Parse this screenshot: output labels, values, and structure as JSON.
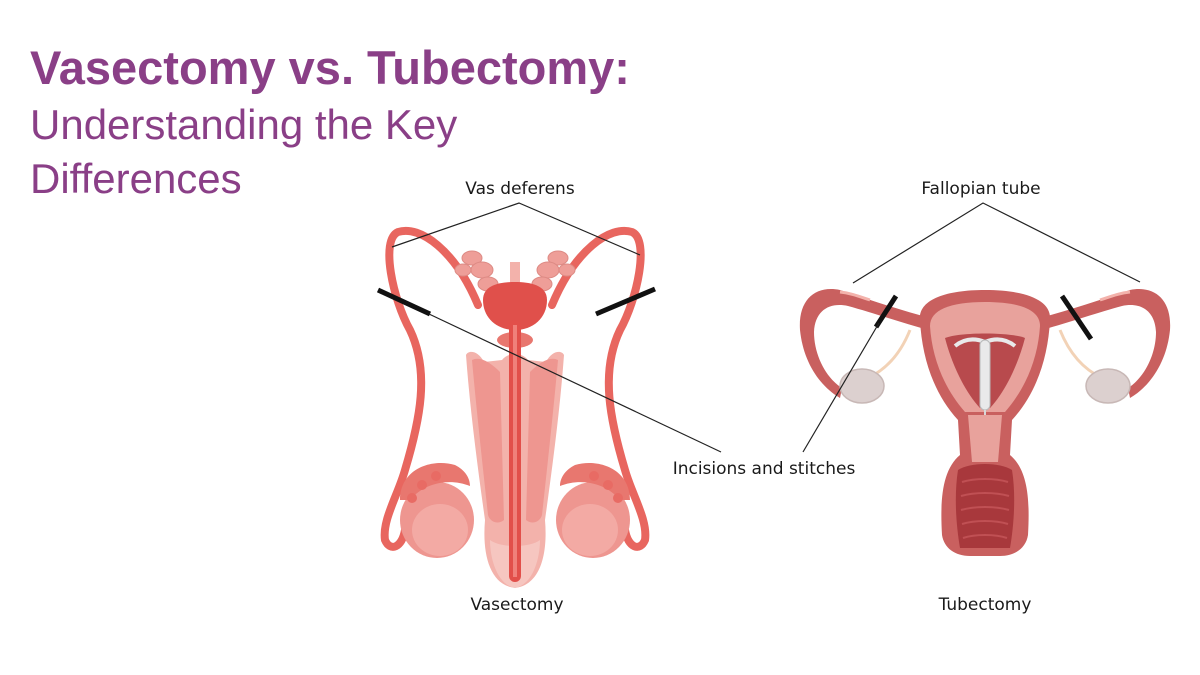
{
  "title": {
    "main": "Vasectomy vs. Tubectomy:",
    "sub": "Understanding the Key Differences"
  },
  "labels": {
    "vas_deferens": "Vas deferens",
    "fallopian_tube": "Fallopian tube",
    "incisions": "Incisions and stitches",
    "vasectomy": "Vasectomy",
    "tubectomy": "Tubectomy"
  },
  "colors": {
    "title": "#8a3f87",
    "tissue_dark": "#c9605f",
    "tissue_mid": "#e87e7b",
    "tissue_light": "#f3b2ab",
    "vas": "#e8665f",
    "ovary": "#dcd0cf"
  }
}
